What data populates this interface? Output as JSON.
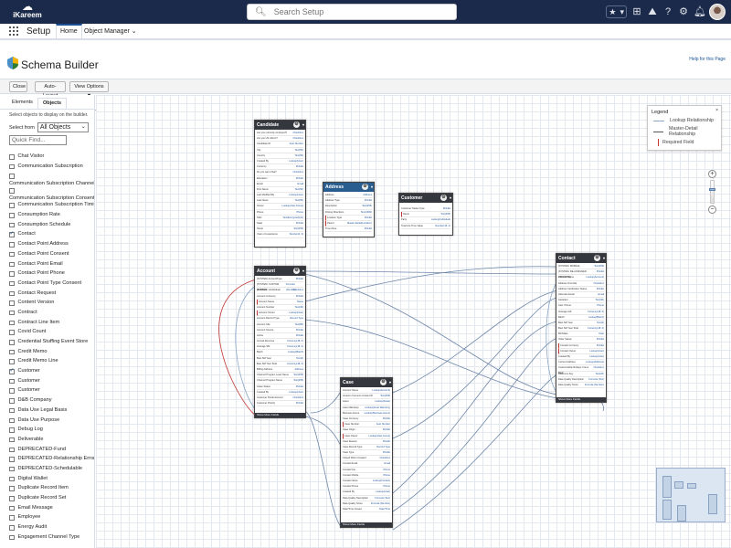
{
  "header": {
    "logo_text": "iKareem",
    "search_placeholder": "Search Setup",
    "favorites_icons": [
      "star-icon",
      "chevron-down-icon"
    ],
    "icons": [
      "plus-icon",
      "trailhead-icon",
      "help-icon",
      "gear-icon",
      "bell-icon",
      "avatar"
    ]
  },
  "appnav": {
    "app_name": "Setup",
    "tabs": [
      {
        "label": "Home",
        "active": true
      },
      {
        "label": "Object Manager",
        "has_dropdown": true
      }
    ]
  },
  "page": {
    "title": "Schema Builder",
    "help_link": "Help for this Page"
  },
  "toolbar": {
    "close_label": "Close",
    "auto_layout_label": "Auto-Layout",
    "view_options_label": "View Options"
  },
  "sidebar": {
    "tabs": [
      {
        "label": "Elements",
        "active": false
      },
      {
        "label": "Objects",
        "active": true
      }
    ],
    "hint": "Select objects to display on the builder.",
    "select_from_label": "Select from",
    "select_from_value": "All Objects",
    "quick_find_placeholder": "Quick Find...",
    "objects": [
      {
        "label": "Chat Visitor",
        "checked": false
      },
      {
        "label": "Communication Subscription",
        "checked": false
      },
      {
        "label": "Communication Subscription Channel Type",
        "checked": false,
        "wrap": true
      },
      {
        "label": "Communication Subscription Consent",
        "checked": false,
        "wrap": true
      },
      {
        "label": "Communication Subscription Timing",
        "checked": false
      },
      {
        "label": "Consumption Rate",
        "checked": false
      },
      {
        "label": "Consumption Schedule",
        "checked": false
      },
      {
        "label": "Contact",
        "checked": true
      },
      {
        "label": "Contact Point Address",
        "checked": false
      },
      {
        "label": "Contact Point Consent",
        "checked": false
      },
      {
        "label": "Contact Point Email",
        "checked": false
      },
      {
        "label": "Contact Point Phone",
        "checked": false
      },
      {
        "label": "Contact Point Type Consent",
        "checked": false
      },
      {
        "label": "Contact Request",
        "checked": false
      },
      {
        "label": "Content Version",
        "checked": false
      },
      {
        "label": "Contract",
        "checked": false
      },
      {
        "label": "Contract Line Item",
        "checked": false
      },
      {
        "label": "Covid Count",
        "checked": false
      },
      {
        "label": "Credential Stuffing Event Store",
        "checked": false
      },
      {
        "label": "Credit Memo",
        "checked": false
      },
      {
        "label": "Credit Memo Line",
        "checked": false
      },
      {
        "label": "Customer",
        "checked": true
      },
      {
        "label": "Customer",
        "checked": false
      },
      {
        "label": "Customer",
        "checked": false
      },
      {
        "label": "D&B Company",
        "checked": false
      },
      {
        "label": "Data Use Legal Basis",
        "checked": false
      },
      {
        "label": "Data Use Purpose",
        "checked": false
      },
      {
        "label": "Debug Log",
        "checked": false
      },
      {
        "label": "Deliverable",
        "checked": false
      },
      {
        "label": "DEPRECATED-Fund",
        "checked": false
      },
      {
        "label": "DEPRECATED-Relationship Error",
        "checked": false
      },
      {
        "label": "DEPRECATED-Schedulable",
        "checked": false
      },
      {
        "label": "Digital Wallet",
        "checked": false
      },
      {
        "label": "Duplicate Record Item",
        "checked": false
      },
      {
        "label": "Duplicate Record Set",
        "checked": false
      },
      {
        "label": "Email Message",
        "checked": false
      },
      {
        "label": "Employee",
        "checked": false
      },
      {
        "label": "Energy Audit",
        "checked": false
      },
      {
        "label": "Engagement Channel Type",
        "checked": false
      }
    ]
  },
  "legend": {
    "title": "Legend",
    "close": "×",
    "items": [
      {
        "label": "Lookup Relationship",
        "kind": "lookup"
      },
      {
        "label": "Master-Detail Relationship",
        "kind": "md"
      },
      {
        "label": "Required Field",
        "kind": "req"
      }
    ]
  },
  "entities": {
    "candidate": {
      "title": "Candidate",
      "rows": [
        [
          "Are you currently employed?",
          "Checkbox"
        ],
        [
          "Are you US citizen?",
          "Checkbox"
        ],
        [
          "Candidate ID",
          "Auto Number"
        ],
        [
          "City",
          "Text(50)"
        ],
        [
          "Country",
          "Text(50)"
        ],
        [
          "Created By",
          "Lookup(User)"
        ],
        [
          "Currency",
          "Picklist"
        ],
        [
          "Do you want Visa?",
          "Checkbox"
        ],
        [
          "Education",
          "Picklist"
        ],
        [
          "Email",
          "Email"
        ],
        [
          "First Name",
          "Text(50)"
        ],
        [
          "Last Modified By",
          "Lookup(User)"
        ],
        [
          "Last Name",
          "Text(50)"
        ],
        [
          "Owner",
          "Lookup(User,Group)"
        ],
        [
          "Phone",
          "Phone"
        ],
        [
          "SSN",
          "Text(Encrypted)(11)"
        ],
        [
          "State",
          "Picklist"
        ],
        [
          "Street",
          "Text(255)"
        ],
        [
          "Years of experience",
          "Number(2, 0)"
        ]
      ]
    },
    "address": {
      "title": "Address",
      "rows": [
        [
          "Address",
          "Address"
        ],
        [
          "Address Type",
          "Picklist"
        ],
        [
          "Description",
          "Text(255)"
        ],
        [
          "Driving Directions",
          "Text(1000)"
        ],
        [
          "Location Type",
          "Picklist"
        ],
        [
          "Parent",
          "Master-Detail(Location)"
        ],
        [
          "Time Zone",
          "Picklist"
        ]
      ],
      "required_rows": [
        4,
        5
      ]
    },
    "customer": {
      "title": "Customer",
      "rows": [
        [
          "Customer Status Type",
          "Picklist"
        ],
        [
          "Name",
          "Text(255)"
        ],
        [
          "Party",
          "Lookup(Individual)"
        ],
        [
          "Total Life Time Value",
          "Number(16, 2)"
        ]
      ],
      "required_rows": [
        1
      ]
    },
    "account": {
      "title": "Account",
      "footer": "Show More Fields",
      "rows": [
        [
          "[SYSTEM: AccountType",
          "Picklist"
        ],
        [
          "[SYSTEM: CUSTOM MARKER",
          "Formula (Number)"
        ],
        [
          "[SYSTEM: isIndividual",
          "Checkbox"
        ],
        [
          "Account Currency",
          "Picklist"
        ],
        [
          "Account Name",
          "Name"
        ],
        [
          "Account Number",
          "Text(40)"
        ],
        [
          "Account Owner",
          "Lookup(User)"
        ],
        [
          "Account Record Type",
          "Record Type"
        ],
        [
          "Account Site",
          "Text(80)"
        ],
        [
          "Account Source",
          "Picklist"
        ],
        [
          "Active",
          "Picklist"
        ],
        [
          "Annual Revenue",
          "Currency(18, 0)"
        ],
        [
          "Average SM",
          "Currency(18, 0)"
        ],
        [
          "Batch",
          "Lookup(Batch)"
        ],
        [
          "Best SM Year",
          "Text(4)"
        ],
        [
          "Best SM Year Total",
          "Currency(18, 0)"
        ],
        [
          "Billing Address",
          "Address"
        ],
        [
          "Channel Program Level Name",
          "Text(255)"
        ],
        [
          "Channel Program Name",
          "Text(255)"
        ],
        [
          "Clean Status",
          "Picklist"
        ],
        [
          "Created By",
          "Lookup(User)"
        ],
        [
          "Customer Portal Account",
          "Checkbox"
        ],
        [
          "Customer Priority",
          "Picklist"
        ]
      ],
      "required_rows": [
        4,
        6
      ]
    },
    "case": {
      "title": "Case",
      "footer": "Show More Fields",
      "rows": [
        [
          "Account Name",
          "Lookup(Account)"
        ],
        [
          "Amazon Connect Contact ID",
          "Text(255)"
        ],
        [
          "Asset",
          "Lookup(Asset)"
        ],
        [
          "Asset Warranty",
          "Lookup(Asset Warranty)"
        ],
        [
          "Business Hours",
          "Lookup(Business Hours)"
        ],
        [
          "Case Currency",
          "Picklist"
        ],
        [
          "Case Number",
          "Auto Number"
        ],
        [
          "Case Origin",
          "Picklist"
        ],
        [
          "Case Owner",
          "Lookup(User,Group)"
        ],
        [
          "Case Reason",
          "Picklist"
        ],
        [
          "Case Record Type",
          "Record Type"
        ],
        [
          "Case Type",
          "Picklist"
        ],
        [
          "Closed When Created",
          "Checkbox"
        ],
        [
          "Contact Email",
          "Email"
        ],
        [
          "Contact Fax",
          "Phone"
        ],
        [
          "Contact Mobile",
          "Phone"
        ],
        [
          "Contact Name",
          "Lookup(Contact)"
        ],
        [
          "Contact Phone",
          "Phone"
        ],
        [
          "Created By",
          "Lookup(User)"
        ],
        [
          "Data Quality Description",
          "Formula (Text)"
        ],
        [
          "Data Quality Score",
          "Formula (Number)"
        ],
        [
          "Date/Time Closed",
          "Date/Time"
        ]
      ],
      "required_rows": [
        6,
        8
      ]
    },
    "contact": {
      "title": "Contact",
      "footer": "Show More Fields",
      "rows": [
        [
          "[SYSTEM: MOBILE]",
          "Text(255)"
        ],
        [
          "[SYSTEM: RE-ASSIGNED PROCESS]",
          "Picklist"
        ],
        [
          "Account Name",
          "Lookup(Account)"
        ],
        [
          "Address Override",
          "Checkbox"
        ],
        [
          "Address Verification Status",
          "Picklist"
        ],
        [
          "Alternate Email",
          "Email"
        ],
        [
          "Assistant",
          "Text(40)"
        ],
        [
          "Asst. Phone",
          "Phone"
        ],
        [
          "Average Gift",
          "Currency(18, 0)"
        ],
        [
          "Batch",
          "Lookup(Batch)"
        ],
        [
          "Best SM Year",
          "Text(4)"
        ],
        [
          "Best SM Year Total",
          "Currency(18, 0)"
        ],
        [
          "Birthdate",
          "Date"
        ],
        [
          "Other Status",
          "Picklist"
        ],
        [
          "Contact Currency",
          "Picklist"
        ],
        [
          "Contact Owner",
          "Lookup(User)"
        ],
        [
          "Created By",
          "Lookup(User)"
        ],
        [
          "Current Address",
          "Lookup(Address)"
        ],
        [
          "Customizable Rollups: Force Bkdn",
          "Checkbox"
        ],
        [
          "Data.com Key",
          "Text(20)"
        ],
        [
          "Data Quality Description",
          "Formula (Text)"
        ],
        [
          "Data Quality Score",
          "Formula (Number)"
        ]
      ],
      "required_rows": [
        14,
        15
      ]
    }
  },
  "zoom": {
    "in_label": "+",
    "out_label": "−",
    "level": 0.35
  }
}
